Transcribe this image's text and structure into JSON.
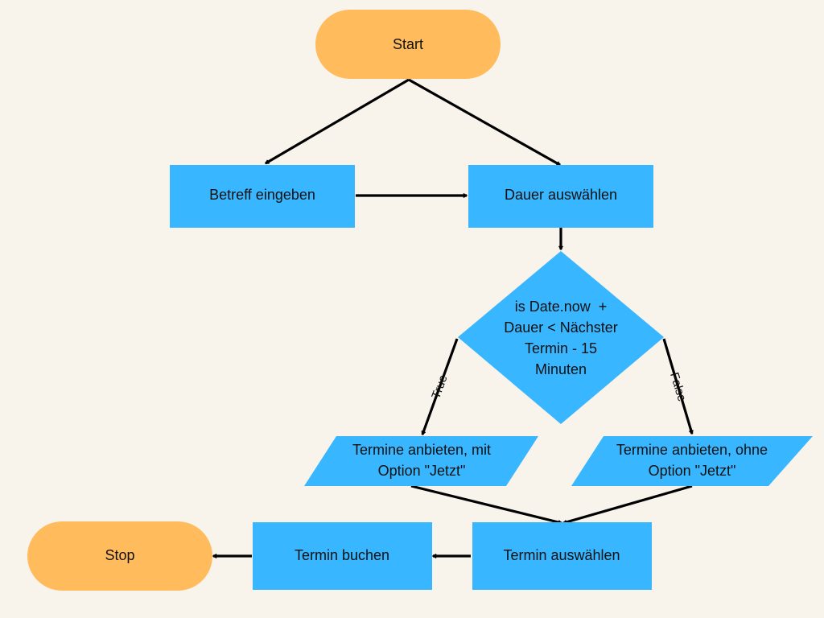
{
  "colors": {
    "background": "#f8f4ec",
    "terminal": "#ffbb5c",
    "process": "#38b6ff",
    "edge": "#000000",
    "text": "#111111"
  },
  "nodes": {
    "start": "Start",
    "betreff": "Betreff eingeben",
    "dauer": "Dauer auswählen",
    "decision": {
      "line1": "is Date.now  +",
      "line2": "Dauer < Nächster",
      "line3": "Termin - 15",
      "line4": "Minuten"
    },
    "io_mit": {
      "line1": "Termine anbieten, mit",
      "line2": "Option \"Jetzt\""
    },
    "io_ohne": {
      "line1": "Termine anbieten, ohne",
      "line2": "Option \"Jetzt\""
    },
    "auswaehlen": "Termin auswählen",
    "buchen": "Termin buchen",
    "stop": "Stop"
  },
  "edge_labels": {
    "true_branch": "True",
    "false_branch": "False"
  }
}
